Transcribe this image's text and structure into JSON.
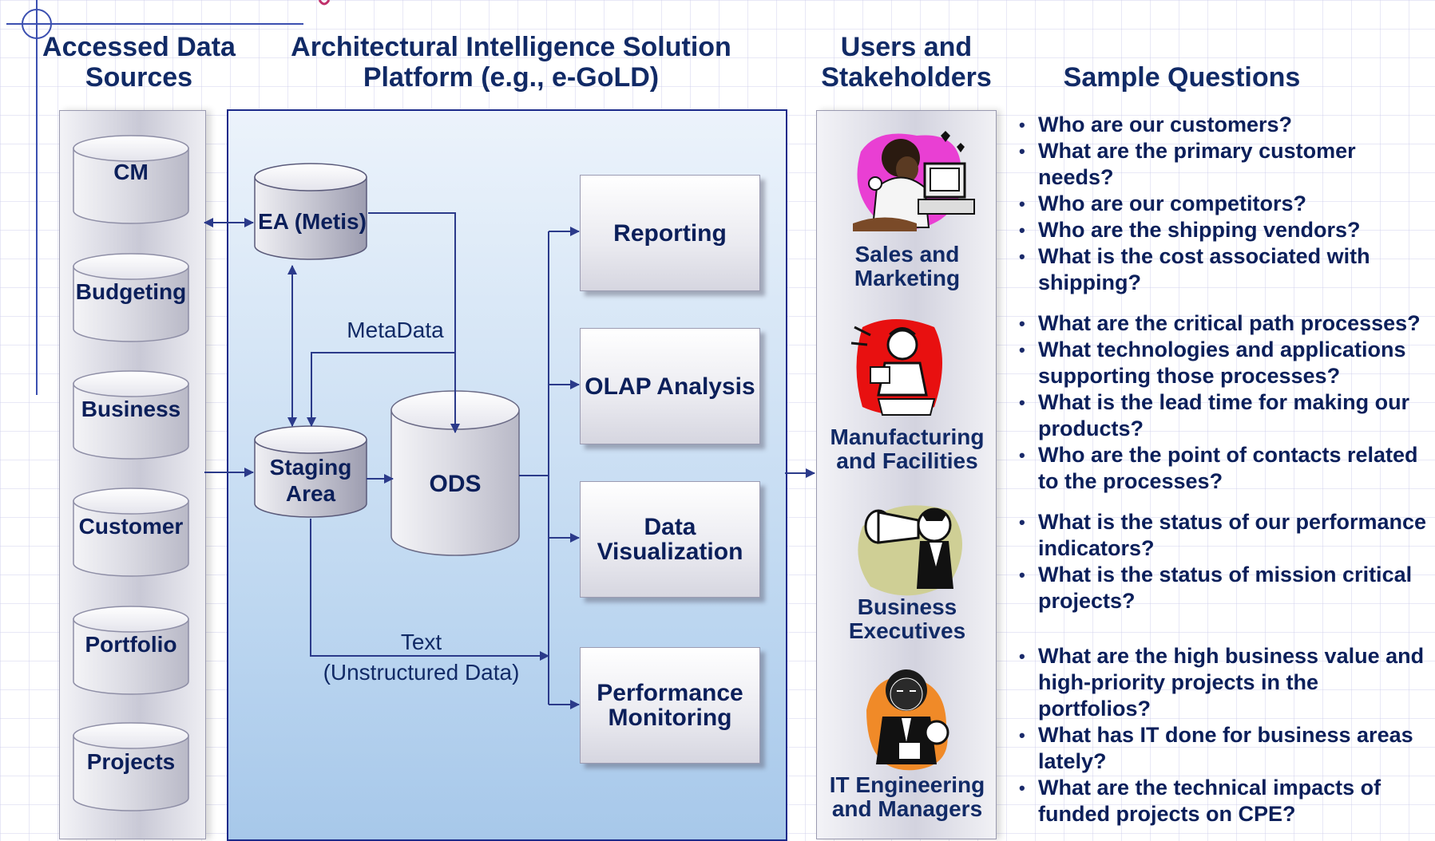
{
  "headers": {
    "sources": "Accessed Data\nSources",
    "platform_line1": "Architectural Intelligence Solution",
    "platform_line2": "Platform (e.g., e-GoLD)",
    "users_line1": "Users and",
    "users_line2": "Stakeholders",
    "questions": "Sample Questions"
  },
  "sources": [
    "CM",
    "Budgeting",
    "Business",
    "Customer",
    "Portfolio",
    "Projects"
  ],
  "platform": {
    "ea": "EA (Metis)",
    "staging_line1": "Staging",
    "staging_line2": "Area",
    "ods": "ODS",
    "metadata_label": "MetaData",
    "text_label_line1": "Text",
    "text_label_line2": "(Unstructured Data)",
    "outputs": [
      "Reporting",
      "OLAP Analysis",
      "Data\nVisualization",
      "Performance\nMonitoring"
    ]
  },
  "users": [
    "Sales and\nMarketing",
    "Manufacturing\nand Facilities",
    "Business\nExecutives",
    "IT Engineering\nand Managers"
  ],
  "questions": [
    [
      "Who are our customers?",
      "What are the primary customer needs?",
      "Who are our competitors?",
      "Who are the shipping vendors?",
      "What is the cost associated with shipping?"
    ],
    [
      "What are the critical path processes?",
      "What technologies and applications supporting those processes?",
      "What is the lead time for making our products?",
      "Who are the point of contacts related to the processes?"
    ],
    [
      "What is the status of our performance indicators?",
      "What is the status of mission critical projects?"
    ],
    [
      "What are the high business value and high-priority projects in the portfolios?",
      "What has IT done for business areas lately?",
      "What are the technical impacts of funded projects on CPE?"
    ]
  ],
  "colors": {
    "header_text": "#112a66",
    "platform_border": "#1b2a8a",
    "arrow": "#2b3a8a"
  }
}
